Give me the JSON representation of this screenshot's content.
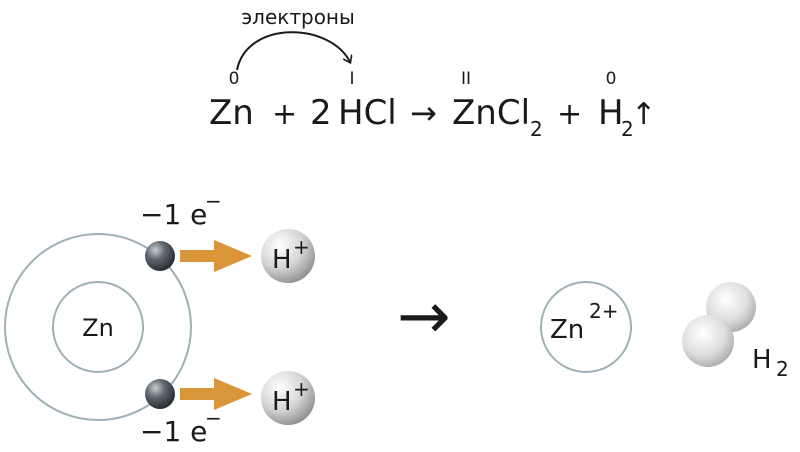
{
  "equation": {
    "arrow_label": "электроны",
    "zn_ox": "0",
    "zn": "Zn",
    "plus1": "+",
    "coef": "2",
    "hcl_ox": "I",
    "hcl": "HCl",
    "yields": "→",
    "zncl_ox": "II",
    "zncl": "ZnCl",
    "zncl_sub": "2",
    "plus2": "+",
    "h2_ox": "0",
    "h2": "H",
    "h2_sub": "2",
    "gas_arrow": "↑"
  },
  "diagram": {
    "atom_label": "Zn",
    "electron_label_top": "−1 e",
    "electron_label_bottom": "−1 e",
    "electron_sign": "−",
    "proton_top": "H",
    "proton_bottom": "H",
    "proton_sign": "+",
    "reaction_arrow": "→",
    "ion_label": "Zn",
    "ion_charge": "2+",
    "molecule_label": "H",
    "molecule_sub": "2"
  },
  "colors": {
    "orbit": "#9fb0b6",
    "transfer_arrow": "#d9953a",
    "electron": "#4a5257",
    "sphere": "#dcdcdc"
  }
}
